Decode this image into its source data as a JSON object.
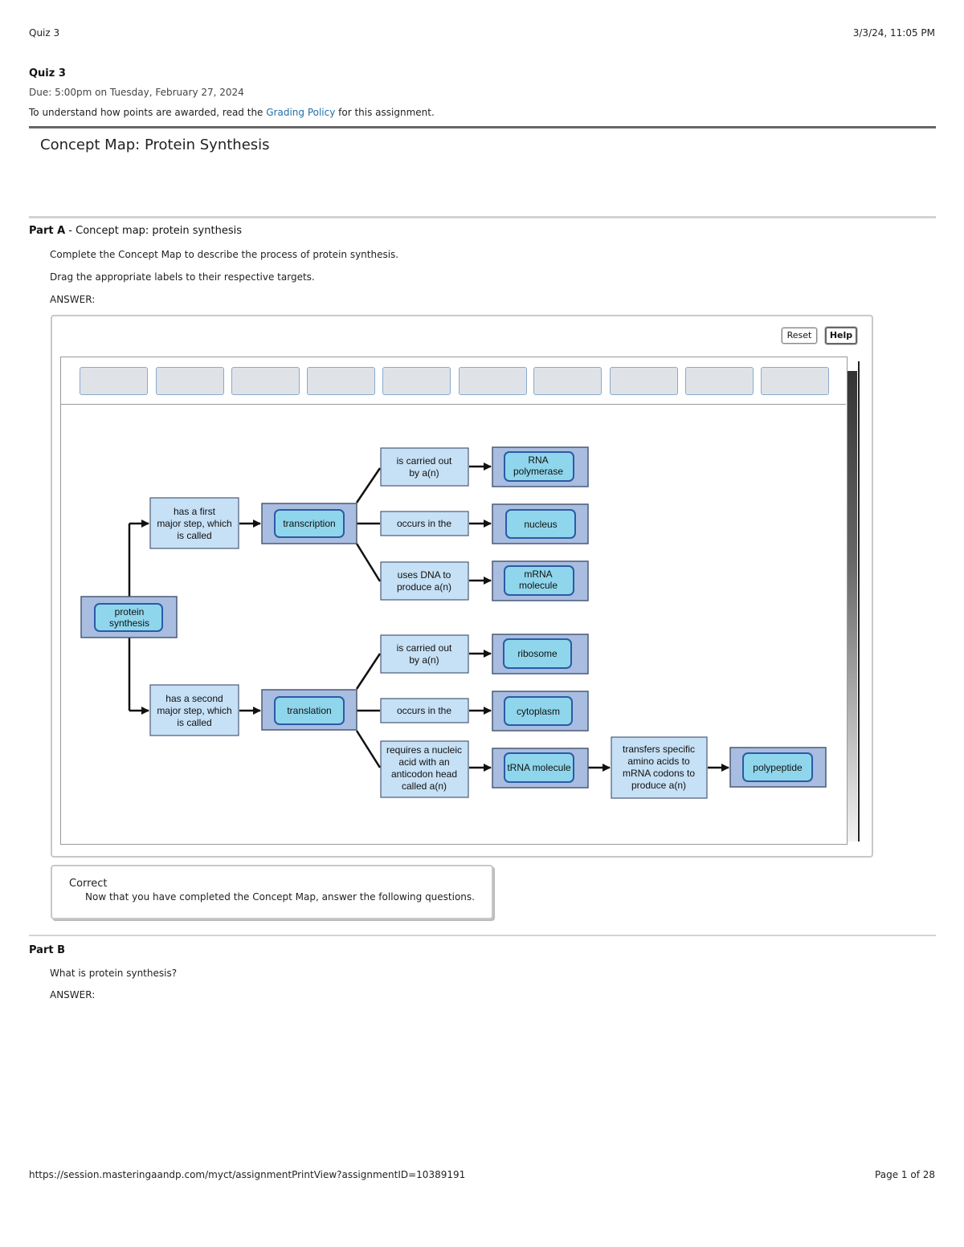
{
  "print_header": {
    "left": "Quiz 3",
    "right": "3/3/24, 11:05 PM"
  },
  "quiz": {
    "title": "Quiz 3",
    "due": "Due: 5:00pm on Tuesday, February 27, 2024",
    "policy_pre": "To understand how points are awarded, read the ",
    "policy_link": "Grading Policy",
    "policy_post": " for this assignment."
  },
  "item_title": "Concept Map: Protein Synthesis",
  "part_a": {
    "label": "Part A",
    "sep": " - ",
    "title": "Concept map: protein synthesis",
    "instruction1": "Complete the Concept Map to describe the process of protein synthesis.",
    "instruction2": "Drag the appropriate labels to their respective targets.",
    "answer_label": "ANSWER:",
    "buttons": {
      "reset": "Reset",
      "help": "Help"
    },
    "label_slots": 10,
    "map": {
      "root": "protein synthesis",
      "link_first": "has a first major step, which is called",
      "link_second": "has a second major step, which is called",
      "transcription": "transcription",
      "translation": "translation",
      "t_link1": "is carried out by a(n)",
      "t_link2": "occurs in the",
      "t_link3": "uses DNA to produce a(n)",
      "t_ans1": "RNA polymerase",
      "t_ans2": "nucleus",
      "t_ans3": "mRNA molecule",
      "l_link1": "is carried out by a(n)",
      "l_link2": "occurs in the",
      "l_link3": "requires a nucleic acid with an anticodon head called a(n)",
      "l_ans1": "ribosome",
      "l_ans2": "cytoplasm",
      "l_ans3": "tRNA molecule",
      "l_link4": "transfers specific amino acids to mRNA codons to produce a(n)",
      "l_ans4": "polypeptide"
    },
    "feedback": {
      "status": "Correct",
      "message": "Now that you have completed the Concept Map, answer the following questions."
    }
  },
  "part_b": {
    "label": "Part B",
    "question": "What is protein synthesis?",
    "answer_label": "ANSWER:"
  },
  "print_footer": {
    "url": "https://session.masteringaandp.com/myct/assignmentPrintView?assignmentID=10389191",
    "page": "Page 1 of 28"
  }
}
